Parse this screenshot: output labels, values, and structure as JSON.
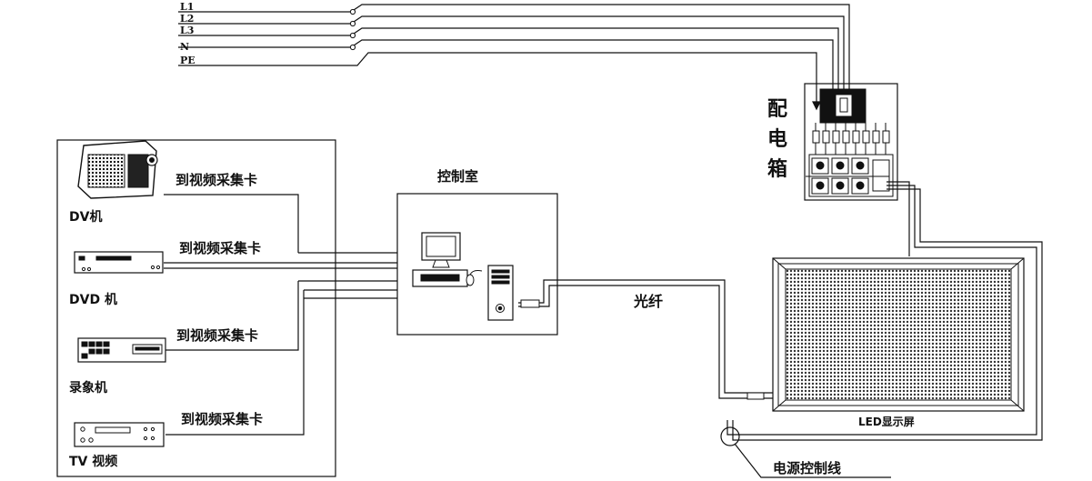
{
  "power_lines": [
    "L1",
    "L2",
    "L3",
    "N",
    "PE"
  ],
  "labels": {
    "distribution_box": "配电箱",
    "control_room": "控制室",
    "fiber": "光纤",
    "led_screen": "LED显示屏",
    "power_control_line": "电源控制线"
  },
  "sources": [
    {
      "device": "DV机",
      "target": "到视频采集卡"
    },
    {
      "device": "DVD 机",
      "target": "到视频采集卡"
    },
    {
      "device": "录象机",
      "target": "到视频采集卡"
    },
    {
      "device": "TV 视频",
      "target": "到视频采集卡"
    }
  ],
  "colors": {
    "line": "#111111",
    "background": "#ffffff"
  }
}
